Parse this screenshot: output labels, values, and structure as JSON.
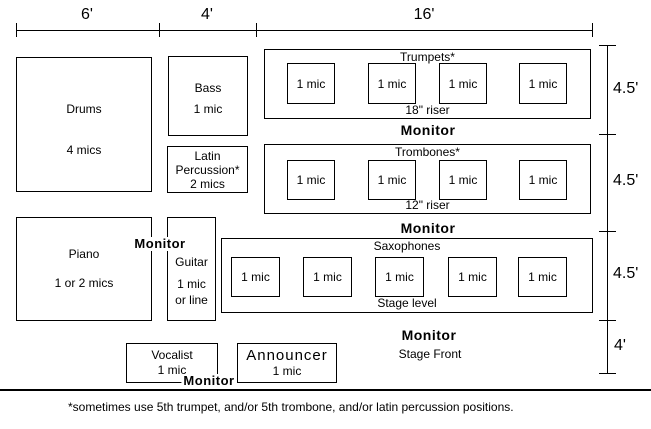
{
  "dimensions": {
    "top": [
      "6'",
      "4'",
      "16'"
    ],
    "right": [
      "4.5'",
      "4.5'",
      "4.5'",
      "4'"
    ]
  },
  "instruments": {
    "drums": {
      "name": "Drums",
      "mics": "4 mics"
    },
    "bass": {
      "name": "Bass",
      "mics": "1 mic"
    },
    "latin_percussion": {
      "line1": "Latin",
      "line2": "Percussion*",
      "line3": "2 mics"
    },
    "piano": {
      "name": "Piano",
      "mics": "1 or 2 mics"
    },
    "guitar": {
      "line1": "Guitar",
      "line2": "1 mic",
      "line3": "or line"
    },
    "vocalist": {
      "name": "Vocalist",
      "mics": "1 mic"
    },
    "announcer": {
      "name": "Announcer",
      "mics": "1 mic"
    }
  },
  "sections": {
    "trumpets": {
      "title": "Trumpets*",
      "platform": "18\" riser",
      "mics": [
        "1 mic",
        "1 mic",
        "1 mic",
        "1 mic"
      ]
    },
    "trombones": {
      "title": "Trombones*",
      "platform": "12\" riser",
      "mics": [
        "1 mic",
        "1 mic",
        "1 mic",
        "1 mic"
      ]
    },
    "saxophones": {
      "title": "Saxophones",
      "platform": "Stage level",
      "mics": [
        "1 mic",
        "1 mic",
        "1 mic",
        "1 mic",
        "1 mic"
      ]
    }
  },
  "monitors": {
    "trumpets": "Monitor",
    "trombones": "Monitor",
    "saxophones": "Monitor",
    "piano": "Monitor",
    "vocalist": "Monitor"
  },
  "stage_front_label": "Stage Front",
  "footnote": "*sometimes use 5th trumpet, and/or 5th trombone, and/or latin percussion positions.",
  "colors": {
    "ink": "#000000",
    "background": "#ffffff"
  }
}
